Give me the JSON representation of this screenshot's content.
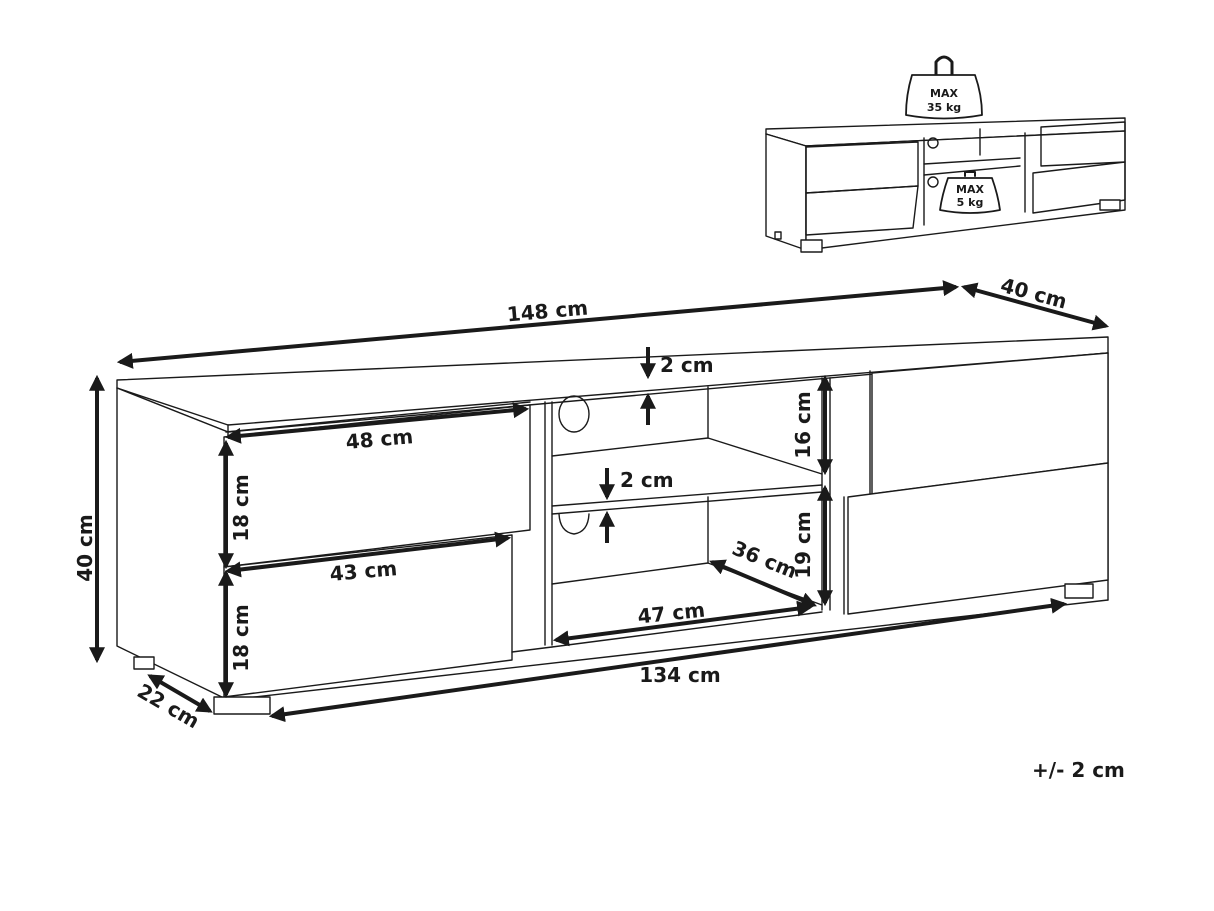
{
  "diagram": {
    "subject": "TV stand with two drawer units and open center shelving",
    "colors": {
      "line": "#1a1a1a",
      "background": "#ffffff"
    },
    "thumbnail": {
      "top_load_label": [
        "MAX",
        "35 kg"
      ],
      "shelf_load_label": [
        "MAX",
        "5 kg"
      ]
    },
    "dimensions": {
      "overall_width": "148 cm",
      "depth": "40 cm",
      "height": "40 cm",
      "top_thickness": "2 cm",
      "shelf_thickness": "2 cm",
      "upper_compartment_height": "16 cm",
      "lower_compartment_height": "19 cm",
      "compartment_depth": "36 cm",
      "compartment_width": "47 cm",
      "top_drawer_width": "48 cm",
      "bottom_drawer_width": "43 cm",
      "top_drawer_height": "18 cm",
      "bottom_drawer_height": "18 cm",
      "base_width": "134 cm",
      "foot_depth": "22 cm"
    },
    "tolerance": "+/- 2 cm"
  }
}
